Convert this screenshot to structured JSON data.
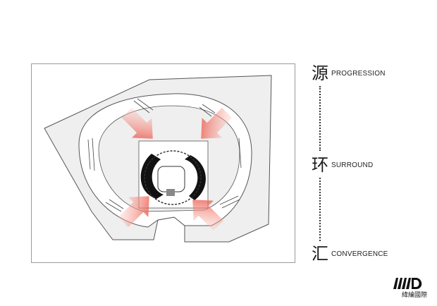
{
  "legend": [
    {
      "char": "源",
      "word": "PROGRESSION"
    },
    {
      "char": "环",
      "word": "SURROUND"
    },
    {
      "char": "汇",
      "word": "CONVERGENCE"
    }
  ],
  "logo": {
    "mark": "MD",
    "text": "緯綸國際"
  },
  "colors": {
    "arrow": "#e8483a",
    "frame": "#9a9a9a",
    "plan_fill": "#efefef",
    "ink": "#1a1a1a"
  }
}
